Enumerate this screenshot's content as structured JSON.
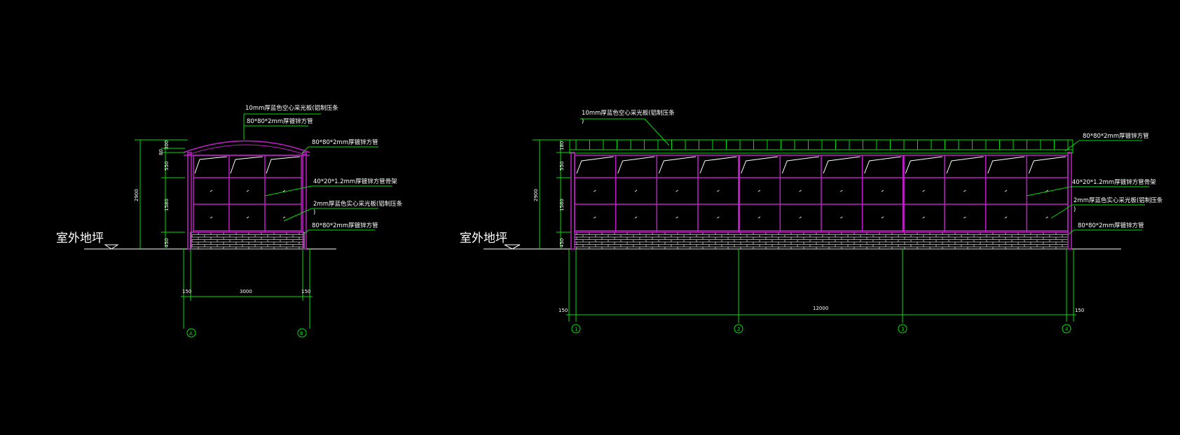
{
  "colors": {
    "background": "#000000",
    "frame": "#c01ec8",
    "dimension": "#00e000",
    "text": "#ffffff",
    "brick": "#d0d0d0"
  },
  "side_view": {
    "ground_label": "室外地坪",
    "callouts": {
      "roof_panel": "10mm厚蓝色空心采光板(铝制压条",
      "purlin": "80*80*2mm厚镀锌方管",
      "top_beam": "80*80*2mm厚镀锌方管",
      "mullion": "40*20*1.2mm厚镀锌方管骨架",
      "wall_panel": "2mm厚蓝色实心采光板(铝制压条",
      "wall_panel_cont": ")",
      "base_beam": "80*80*2mm厚镀锌方管"
    },
    "vertical_dims": [
      "300",
      "80",
      "550",
      "1580",
      "450"
    ],
    "overall_height": "2900",
    "horizontal_dims": {
      "left": "150",
      "span": "3000",
      "right": "150"
    },
    "axes": [
      "A",
      "B"
    ]
  },
  "front_view": {
    "ground_label": "室外地坪",
    "callouts": {
      "roof_panel": "10mm厚蓝色空心采光板(铝制压条",
      "roof_panel_cont": ")",
      "top_beam": "80*80*2mm厚镀锌方管",
      "mullion": "40*20*1.2mm厚镀锌方管骨架",
      "wall_panel": "2mm厚蓝色实心采光板(铝制压条",
      "wall_panel_cont": ")",
      "base_beam": "80*80*2mm厚镀锌方管"
    },
    "vertical_dims": [
      "180",
      "550",
      "1580",
      "450"
    ],
    "overall_height": "2900",
    "horizontal_dims": {
      "left": "150",
      "span": "12000",
      "right": "150"
    },
    "axes": [
      "1",
      "2",
      "3",
      "4"
    ]
  }
}
